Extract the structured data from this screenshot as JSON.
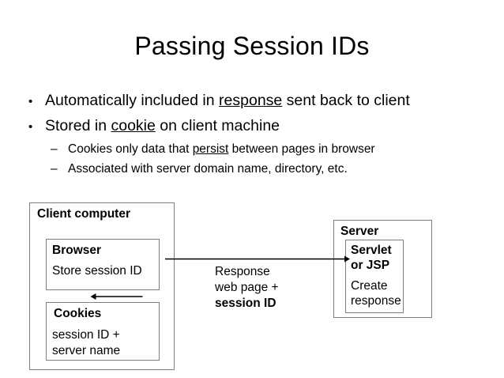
{
  "slide": {
    "title": "Passing Session IDs",
    "bullets": [
      {
        "level": 1,
        "marker": "•",
        "parts": [
          {
            "text": "Automatically included in ",
            "underline": false
          },
          {
            "text": "response",
            "underline": true
          },
          {
            "text": " sent back to client",
            "underline": false
          }
        ]
      },
      {
        "level": 1,
        "marker": "•",
        "parts": [
          {
            "text": "Stored in ",
            "underline": false
          },
          {
            "text": "cookie",
            "underline": true
          },
          {
            "text": " on client machine",
            "underline": false
          }
        ]
      },
      {
        "level": 2,
        "marker": "–",
        "parts": [
          {
            "text": "Cookies only data that ",
            "underline": false
          },
          {
            "text": "persist",
            "underline": true
          },
          {
            "text": " between pages in browser",
            "underline": false
          }
        ]
      },
      {
        "level": 2,
        "marker": "–",
        "parts": [
          {
            "text": "Associated with server domain name, directory, etc.",
            "underline": false
          }
        ]
      }
    ]
  },
  "diagram": {
    "client_box": {
      "title": "Client computer"
    },
    "browser_box": {
      "title": "Browser",
      "body": "Store session ID"
    },
    "cookies_box": {
      "title": "Cookies",
      "body_line1": "session ID +",
      "body_line2": "server name"
    },
    "server_box": {
      "title": "Server"
    },
    "servlet_box": {
      "title_line1": "Servlet",
      "title_line2": "or JSP",
      "body_line1": "Create",
      "body_line2": "response"
    },
    "response_label": {
      "line1": "Response",
      "line2": "web page +",
      "line3": "session ID"
    },
    "arrows": [
      {
        "name": "server-to-browser-arrow",
        "direction": "left",
        "from": "Servlet or JSP",
        "to": "Browser"
      },
      {
        "name": "browser-to-cookies-arrow",
        "direction": "down",
        "from": "Browser",
        "to": "Cookies"
      }
    ]
  },
  "colors": {
    "background": "#ffffff",
    "text": "#000000",
    "box_border": "#7f7f7f",
    "arrow": "#000000"
  }
}
